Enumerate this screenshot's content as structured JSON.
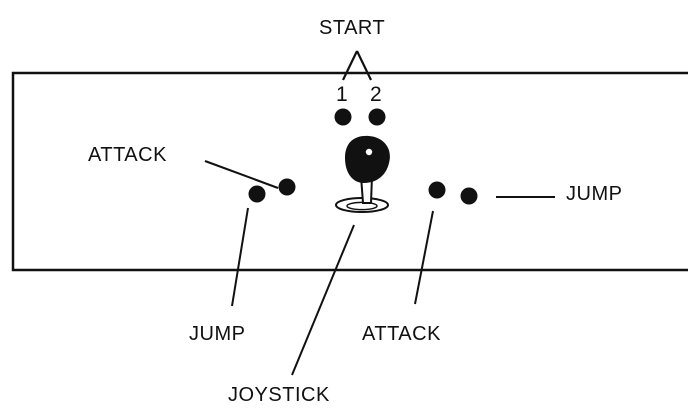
{
  "labels": {
    "start": "START",
    "player_1": "1",
    "player_2": "2",
    "attack_left": "ATTACK",
    "jump_right": "JUMP",
    "jump_bottom": "JUMP",
    "attack_bottom": "ATTACK",
    "joystick": "JOYSTICK"
  },
  "colors": {
    "ink": "#111111",
    "background": "#ffffff"
  }
}
